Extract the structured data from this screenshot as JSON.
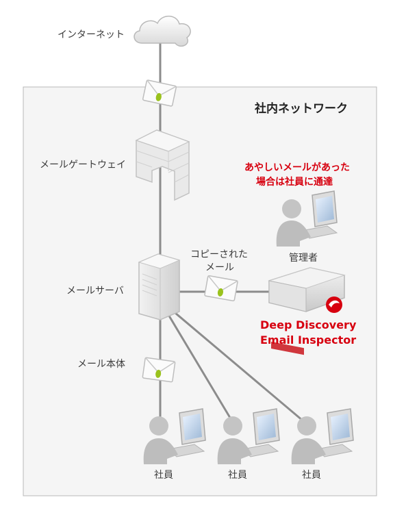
{
  "network": {
    "title": "社内ネットワーク"
  },
  "internet": {
    "label": "インターネット"
  },
  "mail_gateway": {
    "label": "メールゲートウェイ"
  },
  "mail_server": {
    "label": "メールサーバ"
  },
  "copied_mail": {
    "line1": "コピーされた",
    "line2": "メール"
  },
  "mail_body": {
    "label": "メール本体"
  },
  "alert": {
    "line1": "あやしいメールがあった",
    "line2": "場合は社員に通達"
  },
  "admin": {
    "label": "管理者"
  },
  "product": {
    "line1": "Deep Discovery",
    "line2": "Email Inspector"
  },
  "employees": [
    {
      "label": "社員"
    },
    {
      "label": "社員"
    },
    {
      "label": "社員"
    }
  ],
  "colors": {
    "accent": "#d7000f",
    "line": "#8c8c8c",
    "frame": "#b8b8b8",
    "panel": "#f5f5f5",
    "envelope_dot": "#9ac21d"
  }
}
